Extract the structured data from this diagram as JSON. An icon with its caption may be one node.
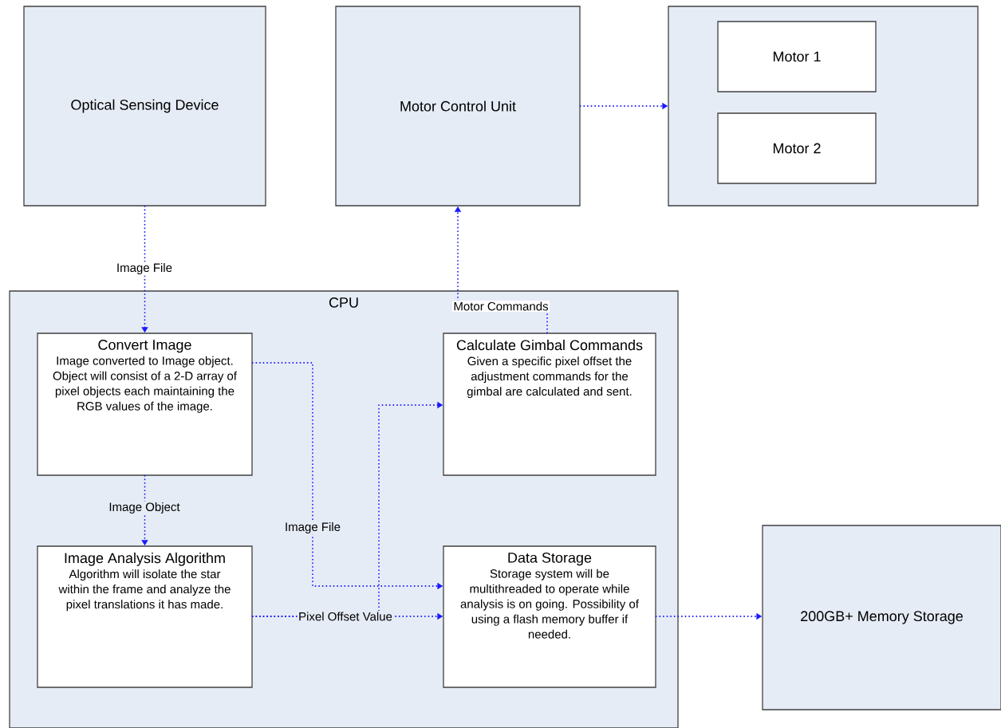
{
  "diagram": {
    "nodes": [
      {
        "text": [
          "Optical Sensing Device"
        ]
      },
      {
        "text": [
          "Motor Control Unit"
        ]
      },
      {
        "text": [],
        "shape": "box"
      },
      {
        "text": [
          "Motor 1"
        ],
        "in": 2
      },
      {
        "text": [
          "Motor 2"
        ],
        "in": 2
      },
      {
        "text": [
          "CPU"
        ]
      },
      {
        "text": [
          "Convert Image",
          "Image converted to Image object. Object will consist of a 2-D array of pixel objects each maintaining the RGB values of the image."
        ],
        "in": 5
      },
      {
        "text": [
          "Calculate Gimbal Commands",
          "Given a specific pixel offset the adjustment commands for the gimbal are calculated and sent."
        ],
        "in": 5
      },
      {
        "text": [
          "Image Analysis Algorithm",
          "Algorithm will isolate the star within the frame and analyze the pixel translations it has made."
        ],
        "in": 5
      },
      {
        "text": [
          "Data Storage",
          "Storage system will be multithreaded to operate while analysis is on going. Possibility of using a flash memory buffer if needed."
        ],
        "in": 5
      },
      {
        "text": [
          "200GB+ Memory Storage"
        ]
      }
    ],
    "edges": [
      {
        "from": 0,
        "to": 6,
        "arrow": "to",
        "label": "Image File"
      },
      {
        "from": 1,
        "to": 2,
        "arrow": "to"
      },
      {
        "from": 7,
        "to": 1,
        "arrow": "to",
        "label": "Motor Commands"
      },
      {
        "from": 6,
        "to": 8,
        "arrow": "to",
        "label": "Image Object"
      },
      {
        "from": 6,
        "to": 9,
        "arrow": "to",
        "label": "Image File"
      },
      {
        "from": 8,
        "to": 9,
        "arrow": "to",
        "label": "Pixel Offset Value"
      },
      {
        "from": 8,
        "to": 7,
        "arrow": "to"
      },
      {
        "from": 9,
        "to": 10,
        "arrow": "to"
      }
    ]
  }
}
